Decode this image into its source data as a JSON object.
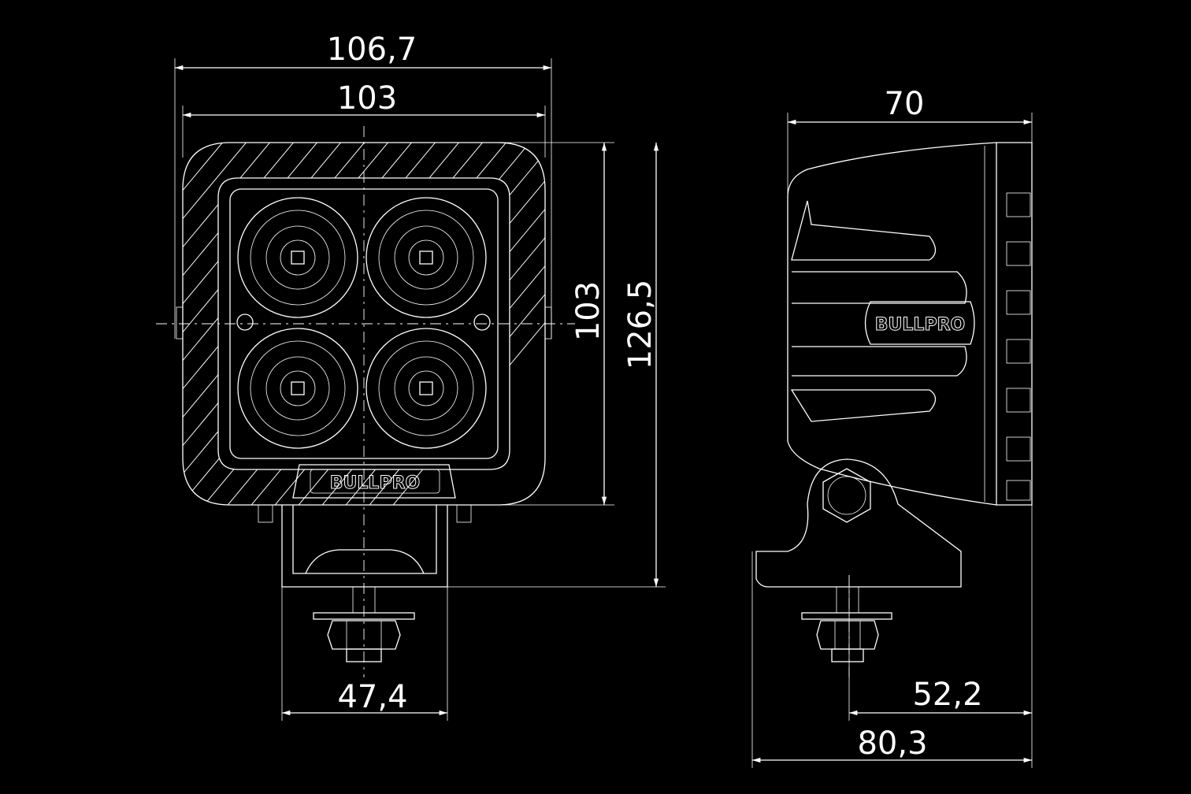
{
  "drawing": {
    "front_view": {
      "overall_width": "106,7",
      "housing_width": "103",
      "housing_height": "103",
      "overall_height": "126,5",
      "bracket_width": "47,4",
      "logo": "BULLPRO"
    },
    "side_view": {
      "depth": "70",
      "base_to_front": "52,2",
      "overall_depth": "80,3",
      "logo": "BULLPRO"
    },
    "colors": {
      "background": "#000000",
      "line": "#ffffff"
    }
  }
}
